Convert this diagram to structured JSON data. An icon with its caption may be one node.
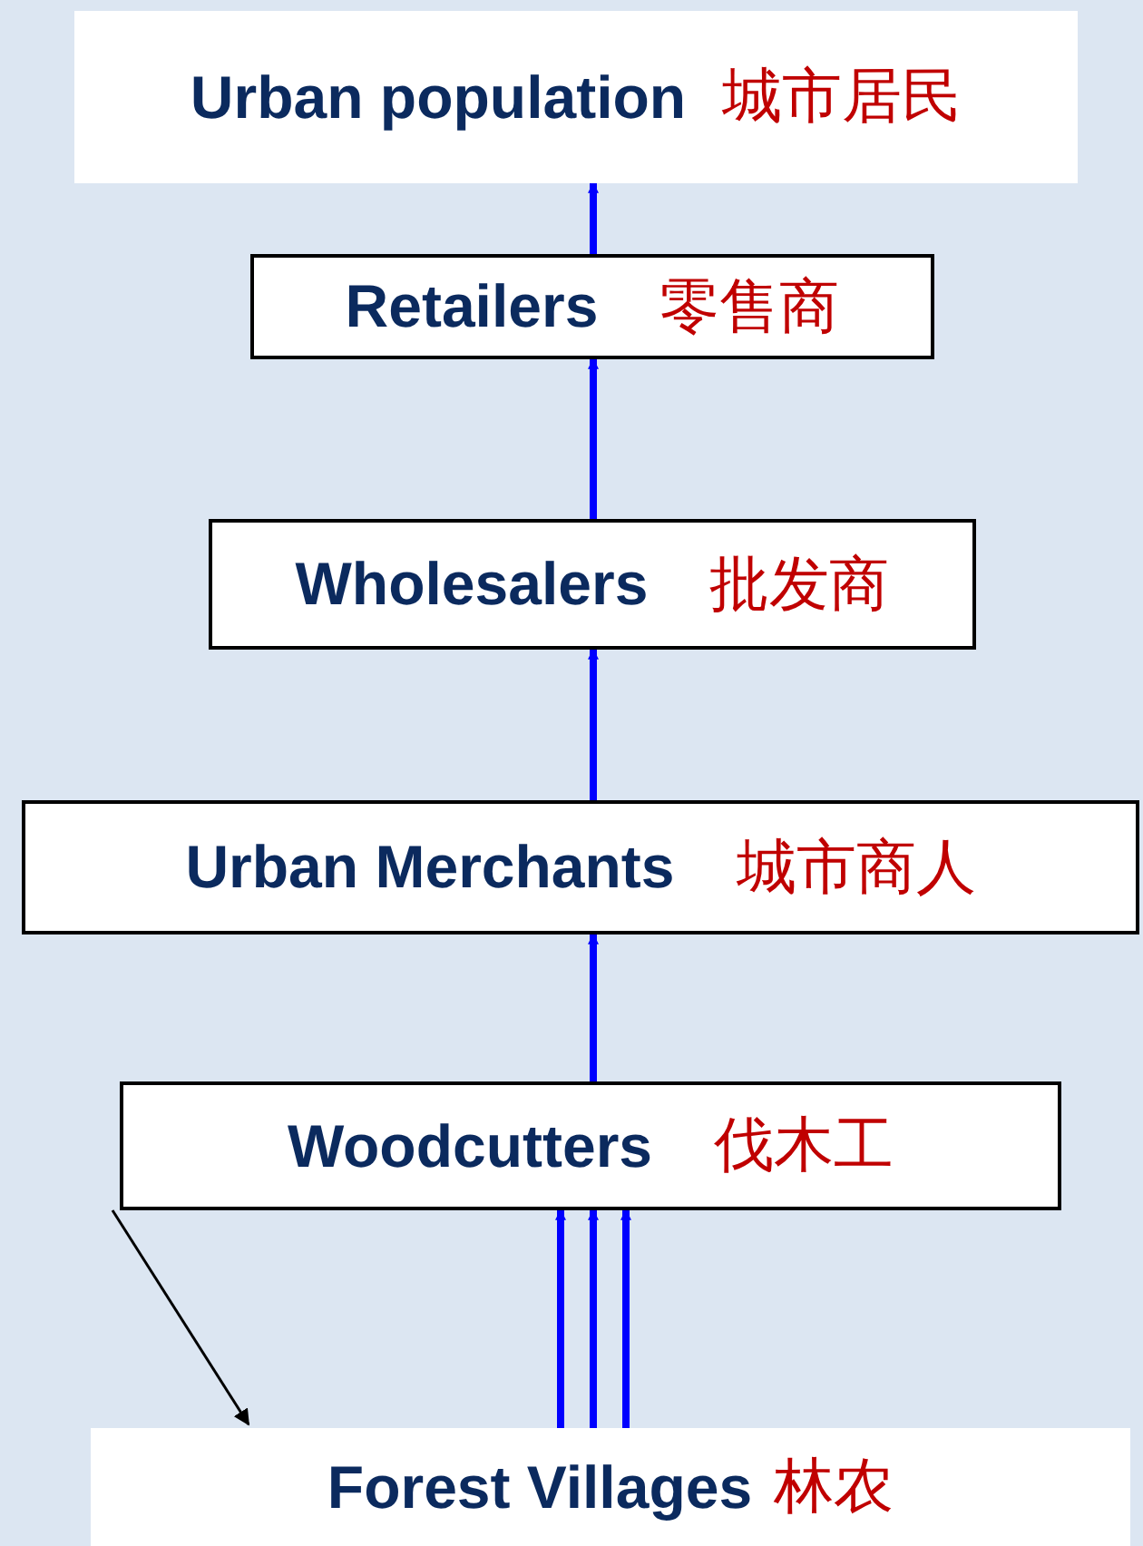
{
  "diagram": {
    "nodes": [
      {
        "text": [
          "Urban population",
          "城市居民"
        ]
      },
      {
        "text": [
          "Retailers",
          "零售商"
        ]
      },
      {
        "text": [
          "Wholesalers",
          "批发商"
        ]
      },
      {
        "text": [
          "Urban Merchants",
          "城市商人"
        ]
      },
      {
        "text": [
          "Woodcutters",
          "伐木工"
        ]
      },
      {
        "text": [
          "Forest Villages",
          "林农"
        ]
      }
    ],
    "edges": [
      {
        "from": 1,
        "to": 0,
        "arrow": "to"
      },
      {
        "from": 2,
        "to": 1,
        "arrow": "to"
      },
      {
        "from": 3,
        "to": 2,
        "arrow": "to"
      },
      {
        "from": 4,
        "to": 3,
        "arrow": "to"
      },
      {
        "from": 5,
        "to": 4,
        "arrow": "to"
      },
      {
        "from": 5,
        "to": 4,
        "arrow": "to"
      },
      {
        "from": 5,
        "to": 4,
        "arrow": "to"
      },
      {
        "from": 4,
        "to": 5,
        "arrow": "to",
        "color": "#000000"
      }
    ]
  }
}
